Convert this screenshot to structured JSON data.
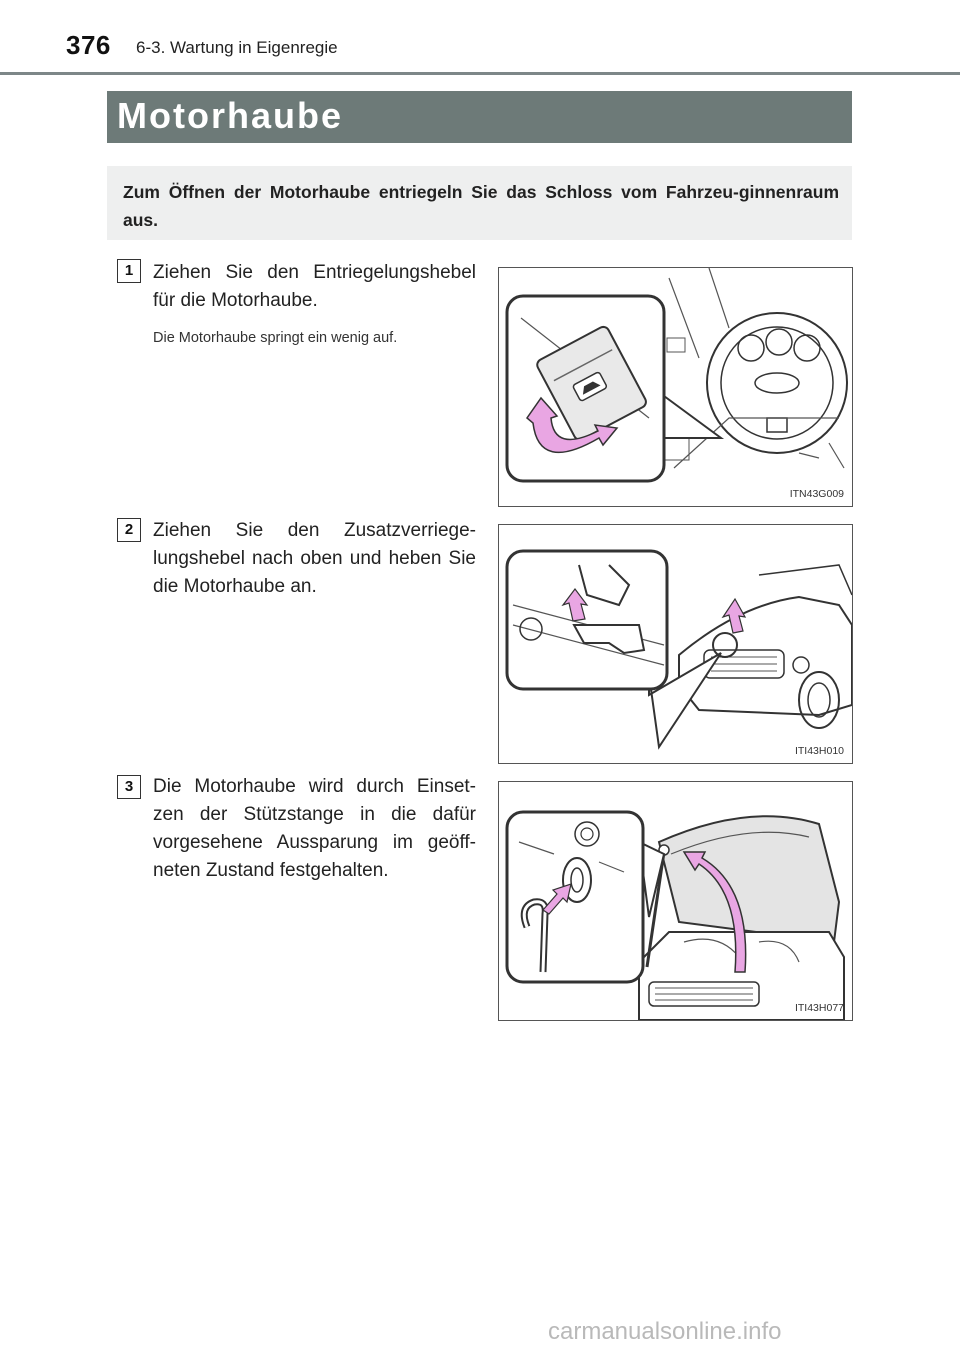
{
  "header": {
    "page_number": "376",
    "chapter": "6-3. Wartung in Eigenregie"
  },
  "section": {
    "title": "Motorhaube",
    "intro": "Zum Öffnen der Motorhaube entriegeln Sie das Schloss vom Fahrzeu-ginnenraum aus."
  },
  "steps": [
    {
      "number": "1",
      "text": "Ziehen Sie den Entriegelungshebel für die Motorhaube.",
      "note": "Die Motorhaube springt ein wenig auf.",
      "figure_label": "ITN43G009"
    },
    {
      "number": "2",
      "text": "Ziehen Sie den Zusatzverriege-lungshebel nach oben und heben Sie die Motorhaube an.",
      "figure_label": "ITI43H010"
    },
    {
      "number": "3",
      "text": "Die Motorhaube wird durch Einset-zen der Stützstange in die dafür vorgesehene Aussparung im geöff-neten Zustand festgehalten.",
      "figure_label": "ITI43H077"
    }
  ],
  "watermark": "carmanualsonline.info",
  "colors": {
    "title_bar": "#6d7a78",
    "intro_bg": "#eeefef",
    "arrow_pink": "#e9a6e3"
  }
}
